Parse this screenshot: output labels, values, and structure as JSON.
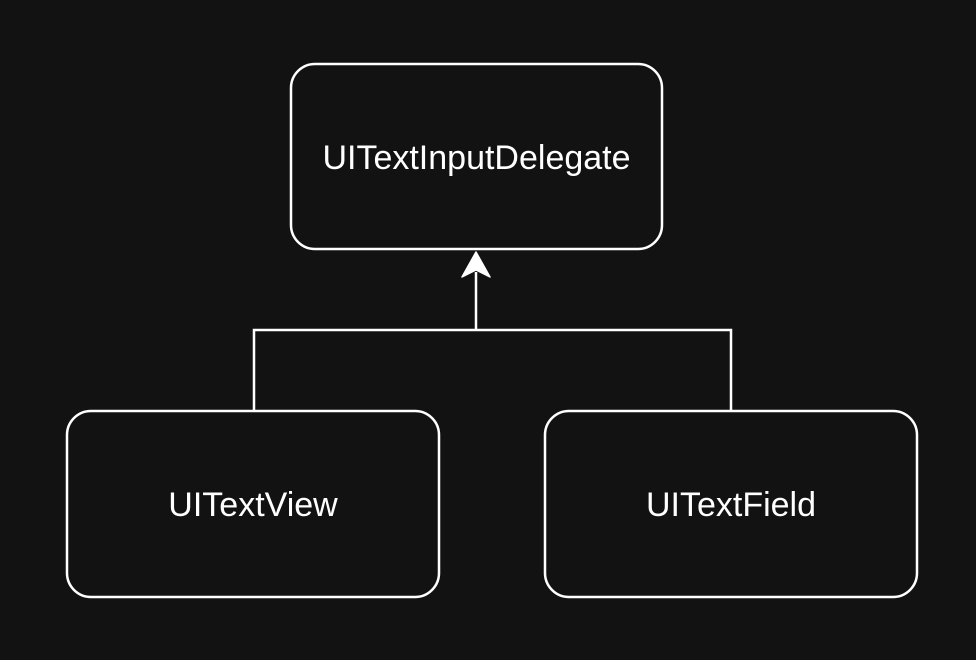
{
  "diagram": {
    "colors": {
      "background": "#121212",
      "stroke": "#ffffff",
      "text": "#ffffff"
    },
    "nodes": {
      "parent": {
        "label": "UITextInputDelegate"
      },
      "left_child": {
        "label": "UITextView"
      },
      "right_child": {
        "label": "UITextField"
      }
    },
    "edges": [
      {
        "from": "left_child",
        "to": "parent",
        "type": "inheritance-arrow"
      },
      {
        "from": "right_child",
        "to": "parent",
        "type": "inheritance-arrow"
      }
    ]
  }
}
